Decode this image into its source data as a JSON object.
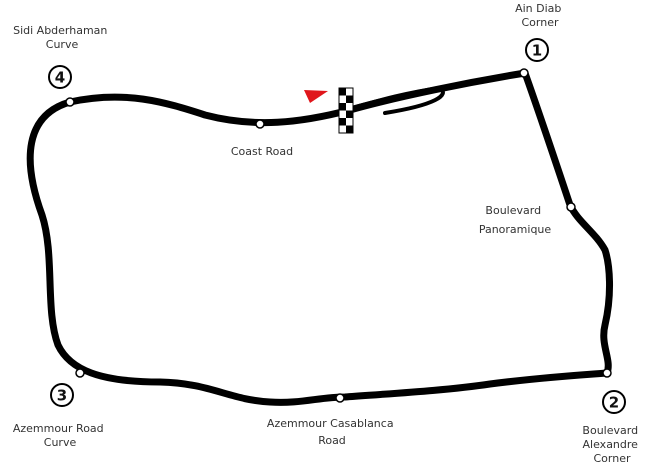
{
  "colors": {
    "track": "#000000",
    "marker_fill": "#ffffff",
    "label": "#333333",
    "start_flag": "#e0161b"
  },
  "corners": [
    {
      "number": "1",
      "name_lines": [
        "Ain Diab",
        "Corner"
      ]
    },
    {
      "number": "2",
      "name_lines": [
        "Boulevard",
        "Alexandre",
        "Corner"
      ]
    },
    {
      "number": "3",
      "name_lines": [
        "Azemmour Road",
        "Curve"
      ]
    },
    {
      "number": "4",
      "name_lines": [
        "Sidi Abderhaman",
        "Curve"
      ]
    }
  ],
  "roads": [
    {
      "name_lines": [
        "Coast Road"
      ]
    },
    {
      "name_lines": [
        "Boulevard",
        "Panoramique"
      ]
    },
    {
      "name_lines": [
        "Azemmour Casablanca",
        "Road"
      ]
    }
  ],
  "icons": [
    "start-flag-icon",
    "checkered-flag-icon"
  ]
}
